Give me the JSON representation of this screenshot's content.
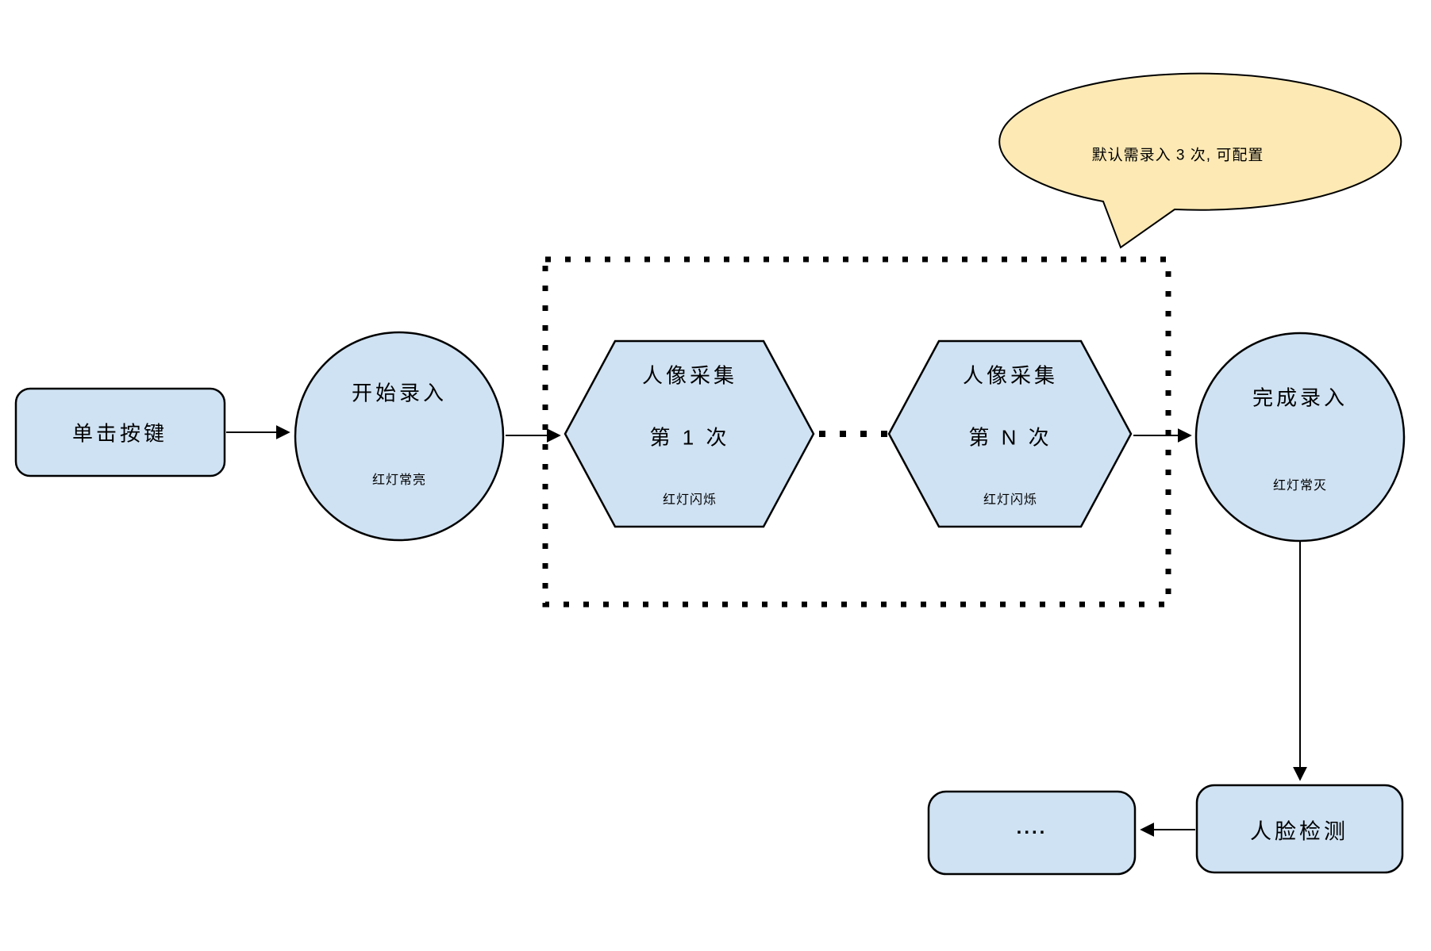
{
  "colors": {
    "node_fill": "#cfe2f3",
    "node_stroke": "#000000",
    "callout_fill": "#fce9b4"
  },
  "nodes": {
    "start_button": {
      "label": "单击按键"
    },
    "start_record": {
      "title": "开始录入",
      "subtitle": "红灯常亮"
    },
    "capture_first": {
      "title": "人像采集",
      "line2": "第 1 次",
      "subtitle": "红灯闪烁"
    },
    "capture_nth": {
      "title": "人像采集",
      "line2": "第 N 次",
      "subtitle": "红灯闪烁"
    },
    "finish_record": {
      "title": "完成录入",
      "subtitle": "红灯常灭"
    },
    "face_detection": {
      "label": "人脸检测"
    },
    "ellipsis": {
      "label": "...."
    }
  },
  "callout": {
    "text": "默认需录入 3 次, 可配置"
  }
}
